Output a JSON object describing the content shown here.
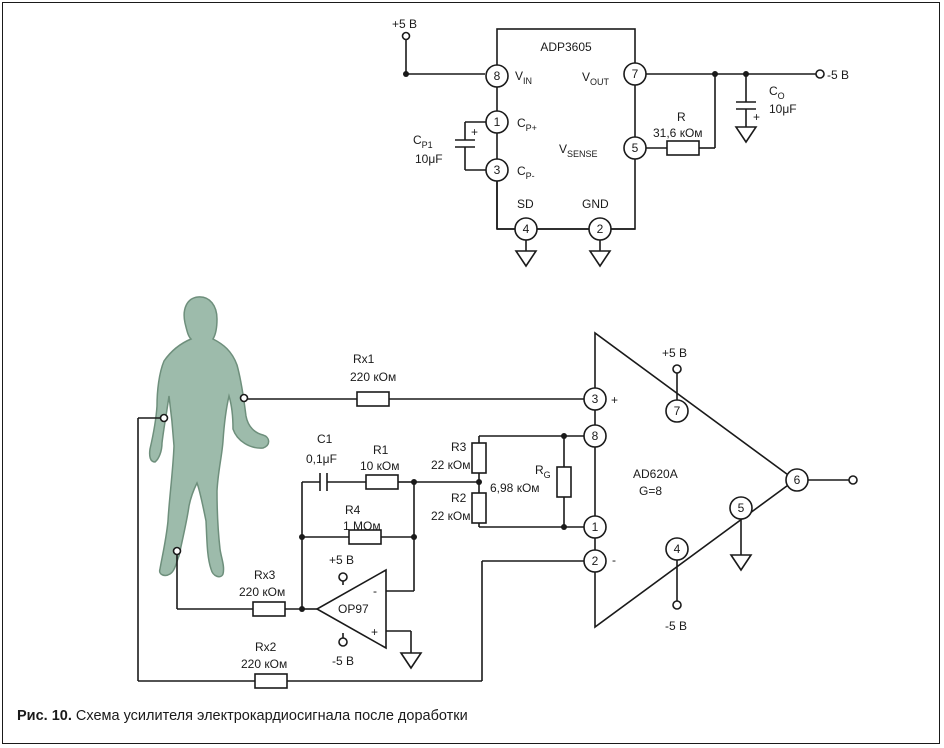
{
  "caption": {
    "label": "Рис. 10.",
    "text": " Схема усилителя электрокардиосигнала после доработки"
  },
  "regulator": {
    "name": "ADP3605",
    "supply_label": "+5 В",
    "output_label": "-5 В",
    "pins": {
      "vin": {
        "num": "8",
        "name": "V",
        "sub": "IN"
      },
      "cp_pos": {
        "num": "1",
        "name": "C",
        "sub": "P+"
      },
      "cp_neg": {
        "num": "3",
        "name": "C",
        "sub": "P-"
      },
      "sd": {
        "num": "4",
        "name": "SD"
      },
      "gnd": {
        "num": "2",
        "name": "GND"
      },
      "vout": {
        "num": "7",
        "name": "V",
        "sub": "OUT"
      },
      "vsense": {
        "num": "5",
        "name": "V",
        "sub": "SENSE"
      }
    },
    "cp1": {
      "name": "C",
      "sub": "P1",
      "value": "10μF",
      "polarity": "+"
    },
    "co": {
      "name": "C",
      "sub": "O",
      "value": "10μF",
      "polarity": "+"
    },
    "r": {
      "name": "R",
      "value": "31,6 кОм"
    }
  },
  "instrumentation_amp": {
    "name": "AD620A",
    "gain": "G=8",
    "plus_sign": "+",
    "minus_sign": "-",
    "supply_pos": "+5 В",
    "supply_neg": "-5 В",
    "pins": {
      "p3": "3",
      "p8": "8",
      "p1": "1",
      "p2": "2",
      "p7": "7",
      "p4": "4",
      "p5": "5",
      "p6": "6"
    },
    "rg": {
      "name": "R",
      "sub": "G",
      "value": "6,98 кОм"
    }
  },
  "op_amp": {
    "name": "OP97",
    "supply_pos": "+5 В",
    "supply_neg": "-5 В",
    "minus_sign": "-",
    "plus_sign": "+"
  },
  "components": {
    "rx1": {
      "name": "Rx1",
      "value": "220 кОм"
    },
    "rx2": {
      "name": "Rx2",
      "value": "220 кОм"
    },
    "rx3": {
      "name": "Rx3",
      "value": "220 кОм"
    },
    "r1": {
      "name": "R1",
      "value": "10 кОм"
    },
    "r2": {
      "name": "R2",
      "value": "22 кОм"
    },
    "r3": {
      "name": "R3",
      "value": "22 кОм"
    },
    "r4": {
      "name": "R4",
      "value": "1 МОм"
    },
    "c1": {
      "name": "C1",
      "value": "0,1μF"
    }
  },
  "colors": {
    "body": "#9dbbab",
    "body_outline": "#6e8f7c",
    "line": "#1a1a1a"
  }
}
